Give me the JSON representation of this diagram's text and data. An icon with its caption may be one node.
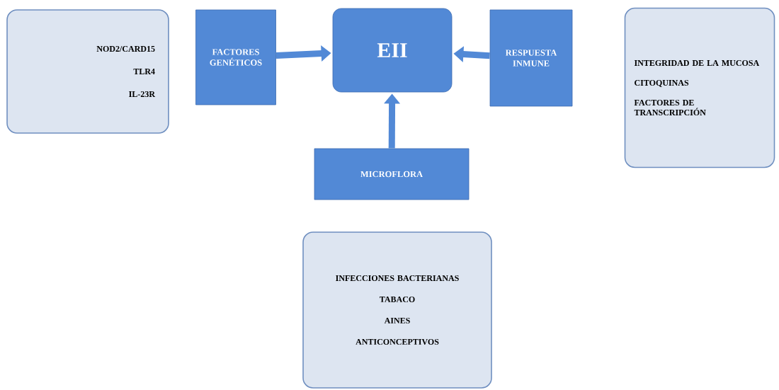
{
  "diagram": {
    "nodes": [
      {
        "text": [
          "NOD2/CARD15",
          "TLR4",
          "IL-23R"
        ]
      },
      {
        "text": [
          "FACTORES GENÉTICOS"
        ]
      },
      {
        "text": [
          "EII"
        ]
      },
      {
        "text": [
          "RESPUESTA INMUNE"
        ]
      },
      {
        "text": [
          "INTEGRIDAD DE LA MUCOSA",
          "CITOQUINAS",
          "FACTORES DE TRANSCRIPCIÓN"
        ]
      },
      {
        "text": [
          "MICROFLORA"
        ]
      },
      {
        "text": [
          "INFECCIONES BACTERIANAS",
          "TABACO",
          "AINES",
          "ANTICONCEPTIVOS"
        ]
      }
    ],
    "edges": [
      {
        "from": 1,
        "to": 2,
        "arrow": "to"
      },
      {
        "from": 3,
        "to": 2,
        "arrow": "to"
      },
      {
        "from": 5,
        "to": 2,
        "arrow": "to"
      }
    ]
  }
}
